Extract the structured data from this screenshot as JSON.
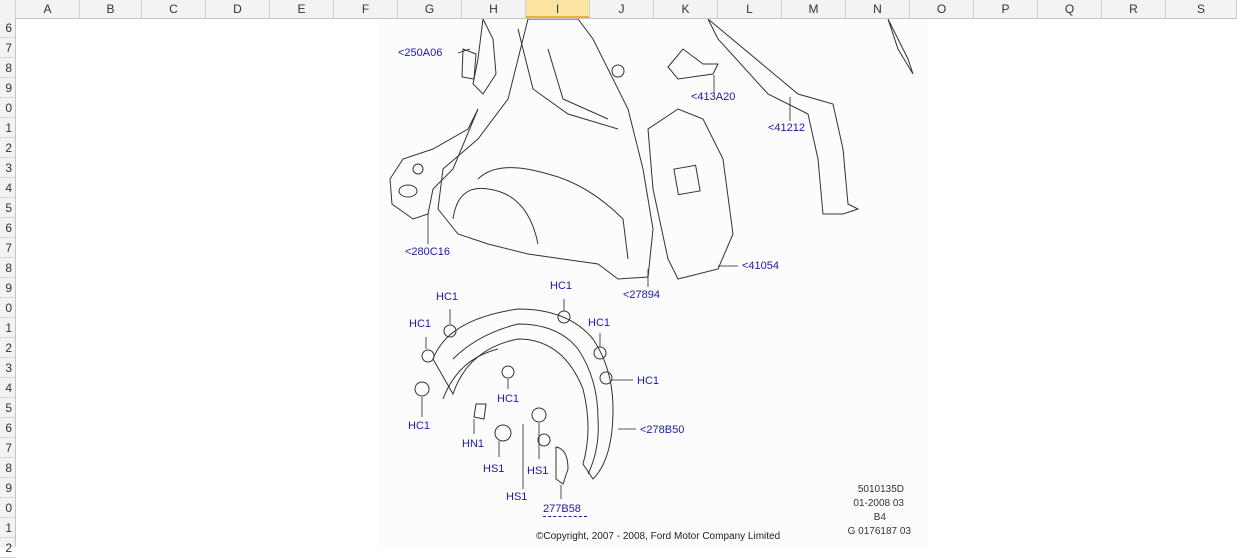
{
  "columns": [
    "A",
    "B",
    "C",
    "D",
    "E",
    "F",
    "G",
    "H",
    "I",
    "J",
    "K",
    "L",
    "M",
    "N",
    "O",
    "P",
    "Q",
    "R",
    "S"
  ],
  "selected_column": "I",
  "rows": [
    "6",
    "7",
    "8",
    "9",
    "0",
    "1",
    "2",
    "3",
    "4",
    "5",
    "6",
    "7",
    "8",
    "9",
    "0",
    "1",
    "2",
    "3",
    "4",
    "5",
    "6",
    "7",
    "8",
    "9",
    "0",
    "1",
    "2"
  ],
  "labels": {
    "l250A06": "<250A06",
    "l413A20": "<413A20",
    "l41212": "<41212",
    "l280C16": "<280C16",
    "l41054": "<41054",
    "l27894": "<27894",
    "l278B50": "<278B50",
    "hc1_a": "HC1",
    "hc1_b": "HC1",
    "hc1_c": "HC1",
    "hc1_d": "HC1",
    "hc1_e": "HC1",
    "hc1_f": "HC1",
    "hc1_g": "HC1",
    "hn1": "HN1",
    "hs1_a": "HS1",
    "hs1_b": "HS1",
    "hs1_c": "HS1",
    "l277B58": "277B58"
  },
  "meta": {
    "code": "5010135D",
    "date": "01-2008 03",
    "page": "B4",
    "ref": "G 0176187 03"
  },
  "copyright": "©Copyright, 2007 - 2008, Ford Motor Company Limited"
}
